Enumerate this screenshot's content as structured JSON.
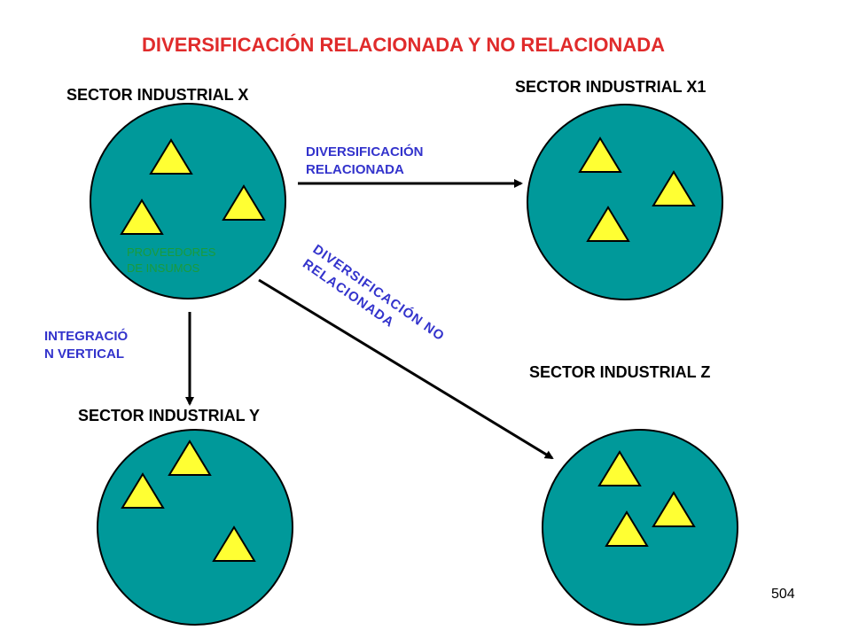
{
  "title": "DIVERSIFICACIÓN RELACIONADA Y NO RELACIONADA",
  "sectors": {
    "x": "SECTOR INDUSTRIAL X",
    "x1": "SECTOR INDUSTRIAL X1",
    "y": "SECTOR INDUSTRIAL Y",
    "z": "SECTOR INDUSTRIAL Z"
  },
  "arrows": {
    "related": {
      "line1": "DIVERSIFICACIÓN",
      "line2": "RELACIONADA"
    },
    "unrelated": {
      "line1": "DIVERSIFICACIÓN NO",
      "line2": "RELACIONADA"
    },
    "vertical": {
      "line1": "INTEGRACIÓ",
      "line2": "N VERTICAL"
    }
  },
  "suppliers": {
    "line1": "PROVEEDORES",
    "line2": "DE INSUMOS"
  },
  "page_number": "504",
  "colors": {
    "title": "#e02b2b",
    "circle_fill": "#00999a",
    "triangle_fill": "#ffff33",
    "blue_text": "#3333cc",
    "green_text": "#1a9b3c"
  }
}
